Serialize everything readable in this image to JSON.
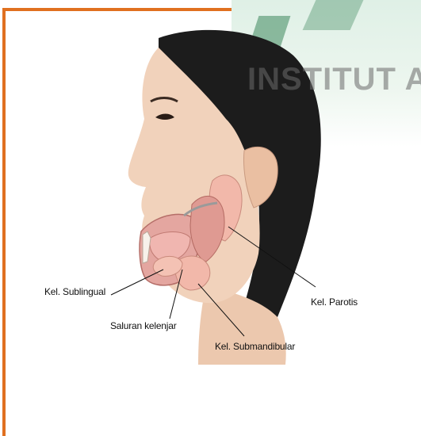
{
  "watermark": {
    "text": "INSTITUT A"
  },
  "labels": {
    "sublingual": "Kel. Sublingual",
    "duct": "Saluran kelenjar",
    "submandibular": "Kel. Submandibular",
    "parotid": "Kel. Parotis"
  },
  "colors": {
    "frame": "#e07020",
    "skin": "#f1d2bb",
    "hair": "#1c1c1c",
    "gland": "#f2b8aa"
  }
}
